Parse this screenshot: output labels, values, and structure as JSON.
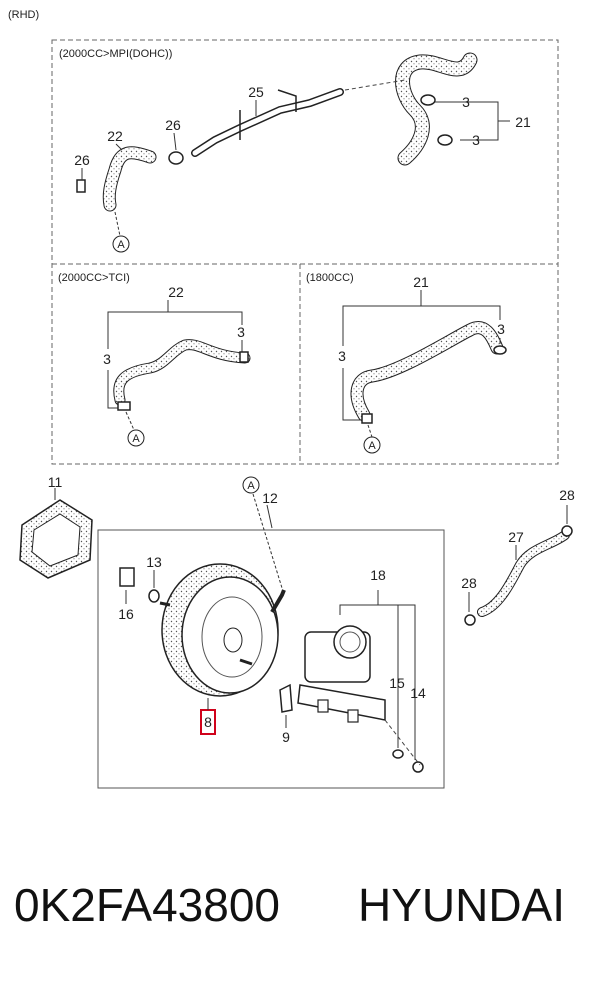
{
  "header": {
    "variant": "(RHD)"
  },
  "sections": {
    "top": "(2000CC>MPI(DOHC))",
    "tci": "(2000CC>TCI)",
    "sub1800": "(1800CC)"
  },
  "ref_marker": "A",
  "callouts": {
    "top": {
      "n25": "25",
      "n26a": "26",
      "n22": "22",
      "n26b": "26",
      "n21": "21",
      "n3a": "3",
      "n3b": "3"
    },
    "tci": {
      "n22": "22",
      "n3a": "3",
      "n3b": "3"
    },
    "sub1800": {
      "n21": "21",
      "n3a": "3",
      "n3b": "3"
    },
    "lower": {
      "n11": "11",
      "n12": "12",
      "n13": "13",
      "n16": "16",
      "n8": "8",
      "n9": "9",
      "n18": "18",
      "n15": "15",
      "n14": "14",
      "n27": "27",
      "n28a": "28",
      "n28b": "28"
    }
  },
  "highlight_color": "#d0021b",
  "footer": {
    "part_number": "0K2FA43800",
    "brand": "HYUNDAI"
  }
}
